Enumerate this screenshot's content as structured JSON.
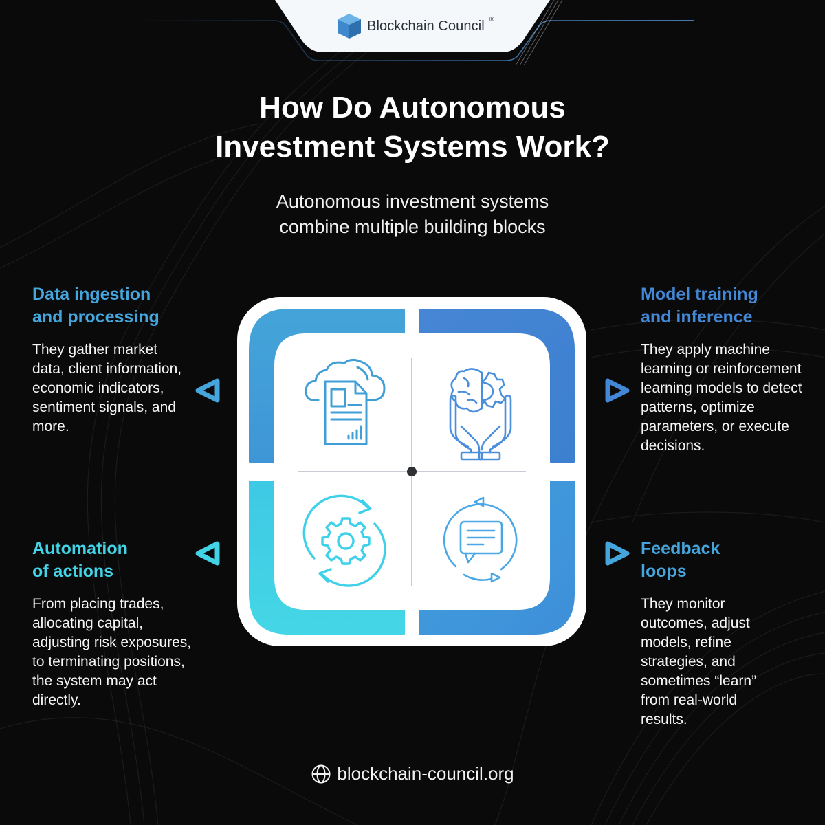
{
  "brand": {
    "name": "Blockchain Council",
    "registered_mark": "®"
  },
  "header": {
    "title_line1": "How Do Autonomous",
    "title_line2": "Investment Systems Work?",
    "subtitle_line1": "Autonomous investment systems",
    "subtitle_line2": "combine multiple building blocks"
  },
  "blocks": [
    {
      "position": "top-left",
      "heading_line1": "Data ingestion",
      "heading_line2": "and processing",
      "body": "They gather market data, client information, economic indicators, sentiment signals, and more.",
      "color": "#45a6dd",
      "icon": "cloud-document-chart-icon"
    },
    {
      "position": "top-right",
      "heading_line1": "Model training",
      "heading_line2": "and inference",
      "body": "They apply machine learning or reinforcement learning models to detect patterns, optimize parameters, or execute decisions.",
      "color": "#4388d6",
      "icon": "brain-gear-hands-icon"
    },
    {
      "position": "bottom-left",
      "heading_line1": "Automation",
      "heading_line2": "of actions",
      "body": "From placing trades, allocating capital, adjusting risk exposures, to terminating positions, the system may act directly.",
      "color": "#42d3e6",
      "icon": "gear-cycle-icon"
    },
    {
      "position": "bottom-right",
      "heading_line1": "Feedback",
      "heading_line2": "loops",
      "body": "They monitor outcomes, adjust models, refine strategies, and sometimes “learn” from real-world results.",
      "color": "#45a6dd",
      "icon": "chat-cycle-icon"
    }
  ],
  "footer": {
    "icon": "globe-icon",
    "url_text": "blockchain-council.org"
  },
  "colors": {
    "background": "#0a0a0b",
    "accent_blue": "#4388d6",
    "accent_sky": "#45a6dd",
    "accent_cyan": "#42d3e6",
    "panel": "#ffffff",
    "divider": "#c9ccd8"
  }
}
